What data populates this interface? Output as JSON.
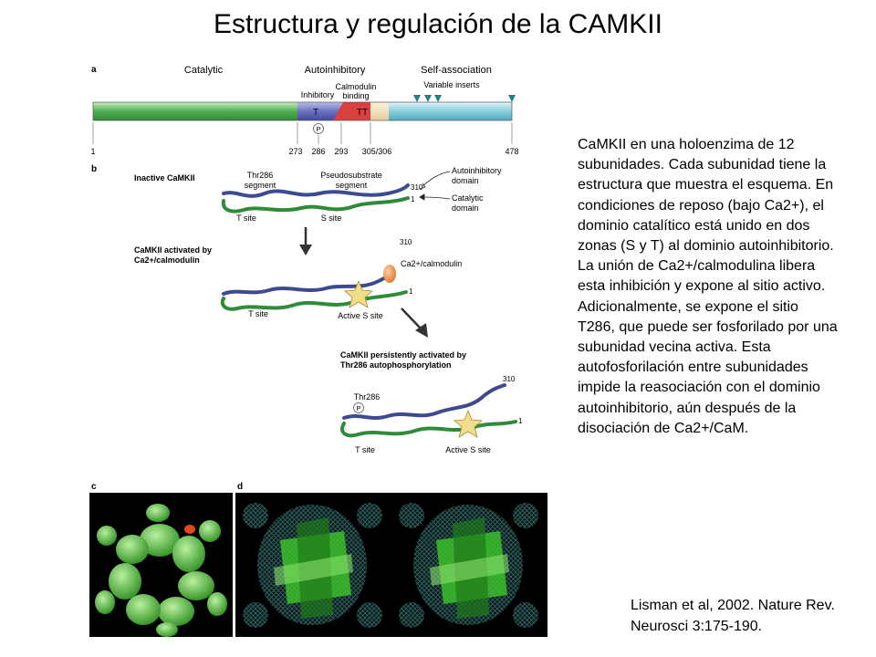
{
  "title": "Estructura y regulación de la CAMKII",
  "description": "CaMKII en una holoenzima de 12 subunidades. Cada subunidad tiene la estructura que muestra el esquema. En condiciones de reposo (bajo Ca2+), el dominio catalítico está unido en dos zonas (S y T) al dominio autoinhibitorio. La unión de Ca2+/calmodulina libera esta inhibición y expone al sitio activo. Adicionalmente, se expone el sitio T286, que puede ser fosforilado por una subunidad vecina activa. Esta autofosforilación entre subunidades impide la reasociación con el dominio autoinhibitorio, aún después de la disociación de Ca2+/CaM.",
  "citation": {
    "line1": "Lisman et al, 2002. Nature Rev.",
    "line2": "Neurosci 3:175-190."
  },
  "panel_a": {
    "label": "a",
    "domains": {
      "catalytic": "Catalytic",
      "autoinhibitory": "Autoinhibitory",
      "self_association": "Self-association"
    },
    "sub": {
      "inhibitory": "Inhibitory",
      "calmodulin": "Calmodulin",
      "binding": "binding",
      "variable_inserts": "Variable inserts"
    },
    "bar_marks": {
      "t": "T",
      "tt": "TT",
      "p": "P"
    },
    "positions": [
      "1",
      "273",
      "286",
      "293",
      "305/306",
      "478"
    ]
  },
  "panel_b": {
    "label": "b",
    "inactive": "Inactive CaMKII",
    "thr_seg_1": "Thr286",
    "thr_seg_2": "segment",
    "pseudo_1": "Pseudosubstrate",
    "pseudo_2": "segment",
    "n310": "310",
    "n1": "1",
    "autoinh_1": "Autoinhibitory",
    "autoinh_2": "domain",
    "catal_1": "Catalytic",
    "catal_2": "domain",
    "t_site": "T site",
    "s_site": "S site",
    "activated_1": "CaMKII activated by",
    "activated_2": "Ca2+/calmodulin",
    "cam": "Ca2+/calmodulin",
    "active_s_site": "Active S site",
    "persist_1": "CaMKII persistently activated by",
    "persist_2": "Thr286 autophosphorylation",
    "thr286": "Thr286",
    "p": "P"
  },
  "panel_c": {
    "label": "c"
  },
  "panel_d": {
    "label": "d"
  },
  "colors": {
    "catalytic": "#4fae4f",
    "autoinhibitory": "#5a64b4",
    "calmodulin": "#d94040",
    "self_association": "#6fc2d2",
    "chain_blue": "#3e4a8f",
    "chain_green": "#2f8a3a",
    "star": "#f2de8a",
    "cam_ball": "#e8863a"
  },
  "icons": [
    "phosphate-icon",
    "down-arrow-icon",
    "star-icon",
    "calmodulin-ball-icon",
    "variable-insert-marker-icon"
  ]
}
